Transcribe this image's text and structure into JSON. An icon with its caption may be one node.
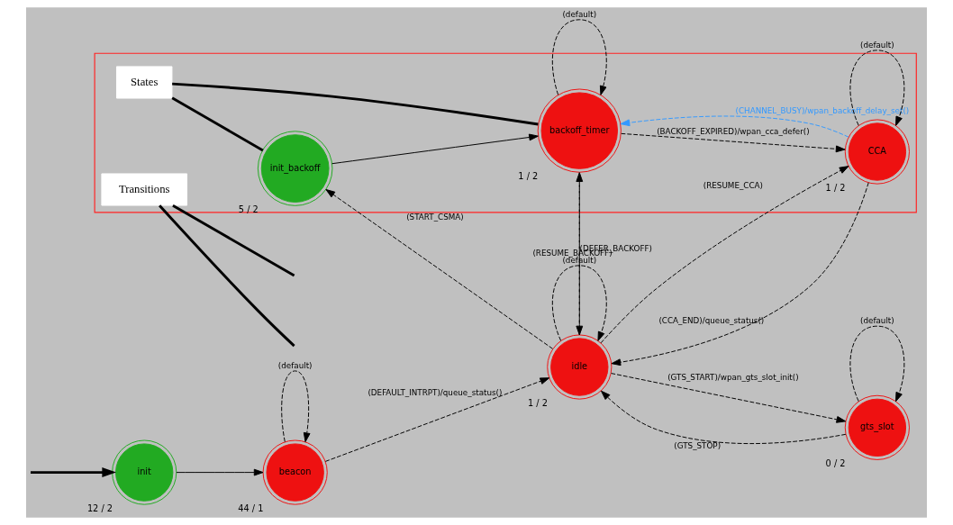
{
  "diagram": {
    "nodes": [
      {
        "text": [
          "init"
        ],
        "beside": [
          "12 / 2"
        ]
      },
      {
        "text": [
          "beacon"
        ],
        "beside": [
          "44 / 1"
        ]
      },
      {
        "text": [
          "idle"
        ],
        "beside": [
          "1 / 2"
        ]
      },
      {
        "text": [
          "gts_slot"
        ],
        "beside": [
          "0 / 2"
        ]
      },
      {
        "text": [],
        "shape": "box"
      },
      {
        "text": [
          "Transitions"
        ],
        "in": 4
      },
      {
        "text": [
          "init_backoff"
        ],
        "beside": [
          "5 / 2"
        ],
        "in": 4
      },
      {
        "text": [
          "States"
        ],
        "in": 4
      },
      {
        "text": [
          "backoff_timer"
        ],
        "beside": [
          "1 / 2"
        ],
        "in": 4
      },
      {
        "text": [
          "CCA"
        ],
        "beside": [
          "1 / 2"
        ],
        "in": 4
      }
    ],
    "edges": [
      {
        "from": null,
        "to": 0,
        "arrow": "to",
        "style": "thick"
      },
      {
        "from": 0,
        "to": 1,
        "arrow": "to"
      },
      {
        "from": 1,
        "to": 1,
        "arrow": "to",
        "label": "(default)",
        "style": "dashed"
      },
      {
        "from": 1,
        "to": 2,
        "arrow": "to",
        "label": "(DEFAULT_INTRPT)/queue_status()",
        "style": "dashed"
      },
      {
        "from": 2,
        "to": 2,
        "arrow": "to",
        "label": "(default)",
        "style": "dashed"
      },
      {
        "from": 2,
        "to": 3,
        "arrow": "to",
        "label": "(GTS_START)/wpan_gts_slot_init()",
        "style": "dashed"
      },
      {
        "from": 3,
        "to": 2,
        "arrow": "to",
        "label": "(GTS_STOP)",
        "style": "dashed"
      },
      {
        "from": 3,
        "to": 3,
        "arrow": "to",
        "label": "(default)",
        "style": "dashed"
      },
      {
        "from": 2,
        "to": 6,
        "arrow": "to",
        "label": "(START_CSMA)",
        "style": "dashed"
      },
      {
        "from": 6,
        "to": 8,
        "arrow": "to"
      },
      {
        "from": 2,
        "to": 8,
        "arrow": "to",
        "label": "(RESUME_BACKOFF)",
        "style": "dashed"
      },
      {
        "from": 8,
        "to": 2,
        "arrow": "to",
        "label": "(DEFER_BACKOFF)",
        "style": "dashed"
      },
      {
        "from": 2,
        "to": 9,
        "arrow": "to",
        "label": "(RESUME_CCA)",
        "style": "dashed"
      },
      {
        "from": 9,
        "to": 2,
        "arrow": "to",
        "label": "(CCA_END)/queue_status()",
        "style": "dashed"
      },
      {
        "from": 8,
        "to": 9,
        "arrow": "to",
        "label": "(BACKOFF_EXPIRED)/wpan_cca_defer()",
        "style": "dashed"
      },
      {
        "from": 9,
        "to": 8,
        "arrow": "to",
        "label": "(CHANNEL_BUSY)/wpan_backoff_delay_set()",
        "style": "dashed",
        "color": "#3399ff"
      },
      {
        "from": 8,
        "to": 8,
        "arrow": "to",
        "label": "(default)",
        "style": "dashed"
      },
      {
        "from": 9,
        "to": 9,
        "arrow": "to",
        "label": "(default)",
        "style": "dashed"
      },
      {
        "from": 5,
        "to": null,
        "arrow": "none",
        "style": "thick"
      },
      {
        "from": 5,
        "to": null,
        "arrow": "none",
        "style": "thick"
      },
      {
        "from": 7,
        "to": 6,
        "arrow": "none",
        "style": "thick"
      },
      {
        "from": 7,
        "to": 8,
        "arrow": "none",
        "style": "thick"
      }
    ]
  }
}
